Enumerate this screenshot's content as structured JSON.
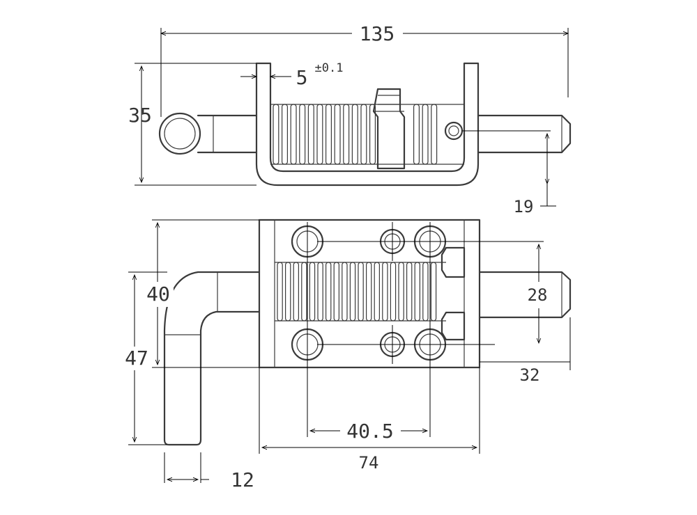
{
  "dimensions": {
    "total_length": "135",
    "overall_height_top": "35",
    "slot_width": "5",
    "slot_tolerance": "±0.1",
    "pin_offset": "19",
    "plate_height": "40",
    "handle_drop": "47",
    "hole_spacing_vertical": "28",
    "pin_projection": "32",
    "hole_spacing_horizontal": "40.5",
    "plate_width": "74",
    "handle_diameter": "12"
  },
  "colors": {
    "outline": "#3a3a3a",
    "dimension": "#000000",
    "text": "#333333"
  }
}
